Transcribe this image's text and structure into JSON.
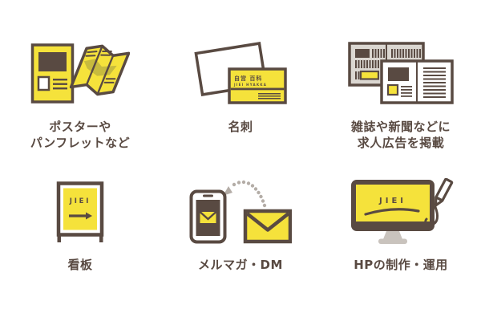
{
  "page": {
    "background": "#FFFFFF",
    "description": "services icon grid"
  },
  "colors": {
    "brown": "#594A42",
    "yellow": "#F5E23B",
    "paper_grey": "#DBD7D1",
    "stand_grey": "#C9C3BD",
    "dot_grey": "#B4ADA7",
    "olive": "#C7BB3E",
    "text": "#594A42",
    "background": "#FFFFFF"
  },
  "items": [
    {
      "id": "poster-pamphlet",
      "icon": "poster-and-pamphlet-icon",
      "label_lines": [
        "ポスターや",
        "パンフレットなど"
      ]
    },
    {
      "id": "business-card",
      "icon": "business-cards-icon",
      "card_title": "自営 百科",
      "card_subtitle": "JIEI HYAKKA",
      "label_lines": [
        "名刺"
      ]
    },
    {
      "id": "magazine-newspaper",
      "icon": "magazine-and-newspaper-icon",
      "label_lines": [
        "雑誌や新聞などに",
        "求人広告を掲載"
      ]
    },
    {
      "id": "signboard",
      "icon": "signboard-icon",
      "sign_text": "JIEI",
      "label_lines": [
        "看板"
      ]
    },
    {
      "id": "mailmag-dm",
      "icon": "phone-and-envelope-icon",
      "label_lines": [
        "メルマガ・DM"
      ]
    },
    {
      "id": "website",
      "icon": "monitor-and-pen-icon",
      "screen_text": "JIEI",
      "label_lines": [
        "HPの制作・運用"
      ]
    }
  ]
}
